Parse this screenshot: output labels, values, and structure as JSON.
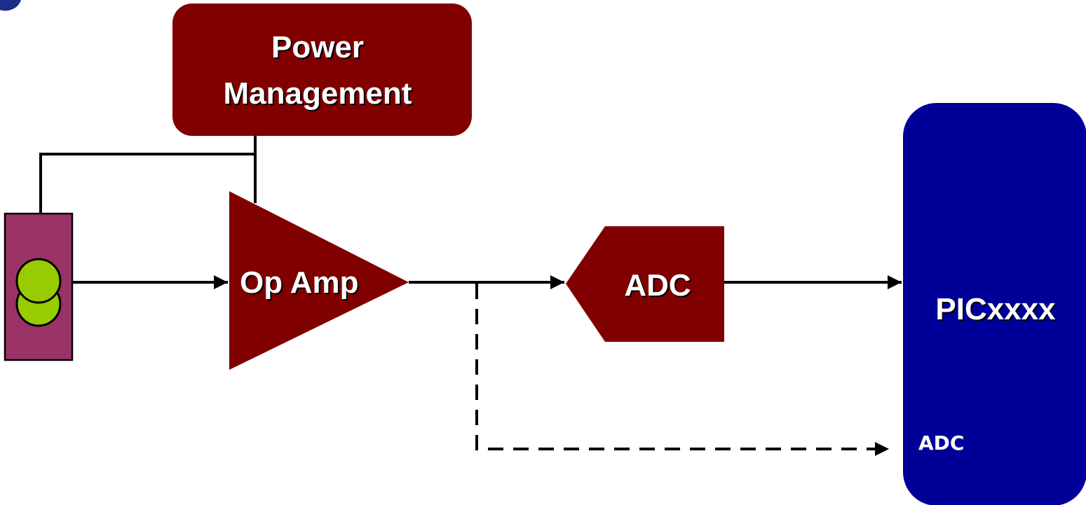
{
  "blocks": {
    "power_management": {
      "line1": "Power",
      "line2": "Management"
    },
    "op_amp": {
      "label": "Op Amp"
    },
    "adc_converter": {
      "label": "ADC"
    },
    "microcontroller": {
      "label": "PICxxxx",
      "internal_adc_label": "ADC"
    }
  },
  "colors": {
    "dark_red": "#800000",
    "navy": "#000099",
    "sensor_body": "#993366",
    "sensor_element": "#99cc00",
    "wire": "#000000",
    "text": "#ffffff"
  }
}
